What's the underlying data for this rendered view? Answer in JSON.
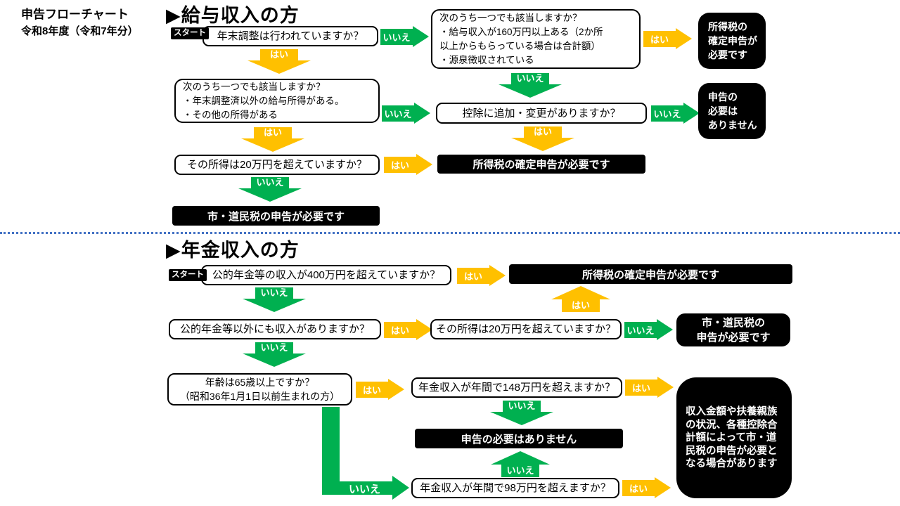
{
  "title": {
    "line1": "申告フローチャート",
    "line2": "令和8年度（令和7年分）"
  },
  "labels": {
    "start": "スタート",
    "yes": "はい",
    "no": "いいえ"
  },
  "colors": {
    "yes_arrow": "#FFC000",
    "no_arrow": "#00B050",
    "result_bg": "#000000",
    "box_border": "#000000",
    "divider": "#4472C4"
  },
  "s1": {
    "heading": "▶給与収入の方",
    "q1": "年末調整は行われていますか？",
    "q2": "次のうち一つでも該当しますか？\n・給与収入が160万円以上ある（2か所\n以上からもらっている場合は合計額）\n・源泉徴収されている",
    "q3": "次のうち一つでも該当しますか？\n・年末調整済以外の給与所得がある。\n・その他の所得がある",
    "q4": "控除に追加・変更がありますか？",
    "q5": "その所得は20万円を超えていますか？",
    "r1": "所得税の\n確定申告が\n必要です",
    "r2": "申告の\n必要は\nありません",
    "r3": "所得税の確定申告が必要です",
    "r4": "市・道民税の申告が必要です"
  },
  "s2": {
    "heading": "▶年金収入の方",
    "q1": "公的年金等の収入が400万円を超えていますか？",
    "q2": "公的年金等以外にも収入がありますか？",
    "q3": "その所得は20万円を超えていますか？",
    "q4": "年齢は65歳以上ですか？\n（昭和36年1月1日以前生まれの方）",
    "q5": "年金収入が年間で148万円を超えますか？",
    "q6": "年金収入が年間で98万円を超えますか？",
    "r1": "所得税の確定申告が必要です",
    "r2": "市・道民税の\n申告が必要です",
    "r3": "申告の必要はありません",
    "r4": "収入金額や扶養親族\nの状況、各種控除合\n計額によって市・道\n民税の申告が必要と\nなる場合があります"
  }
}
